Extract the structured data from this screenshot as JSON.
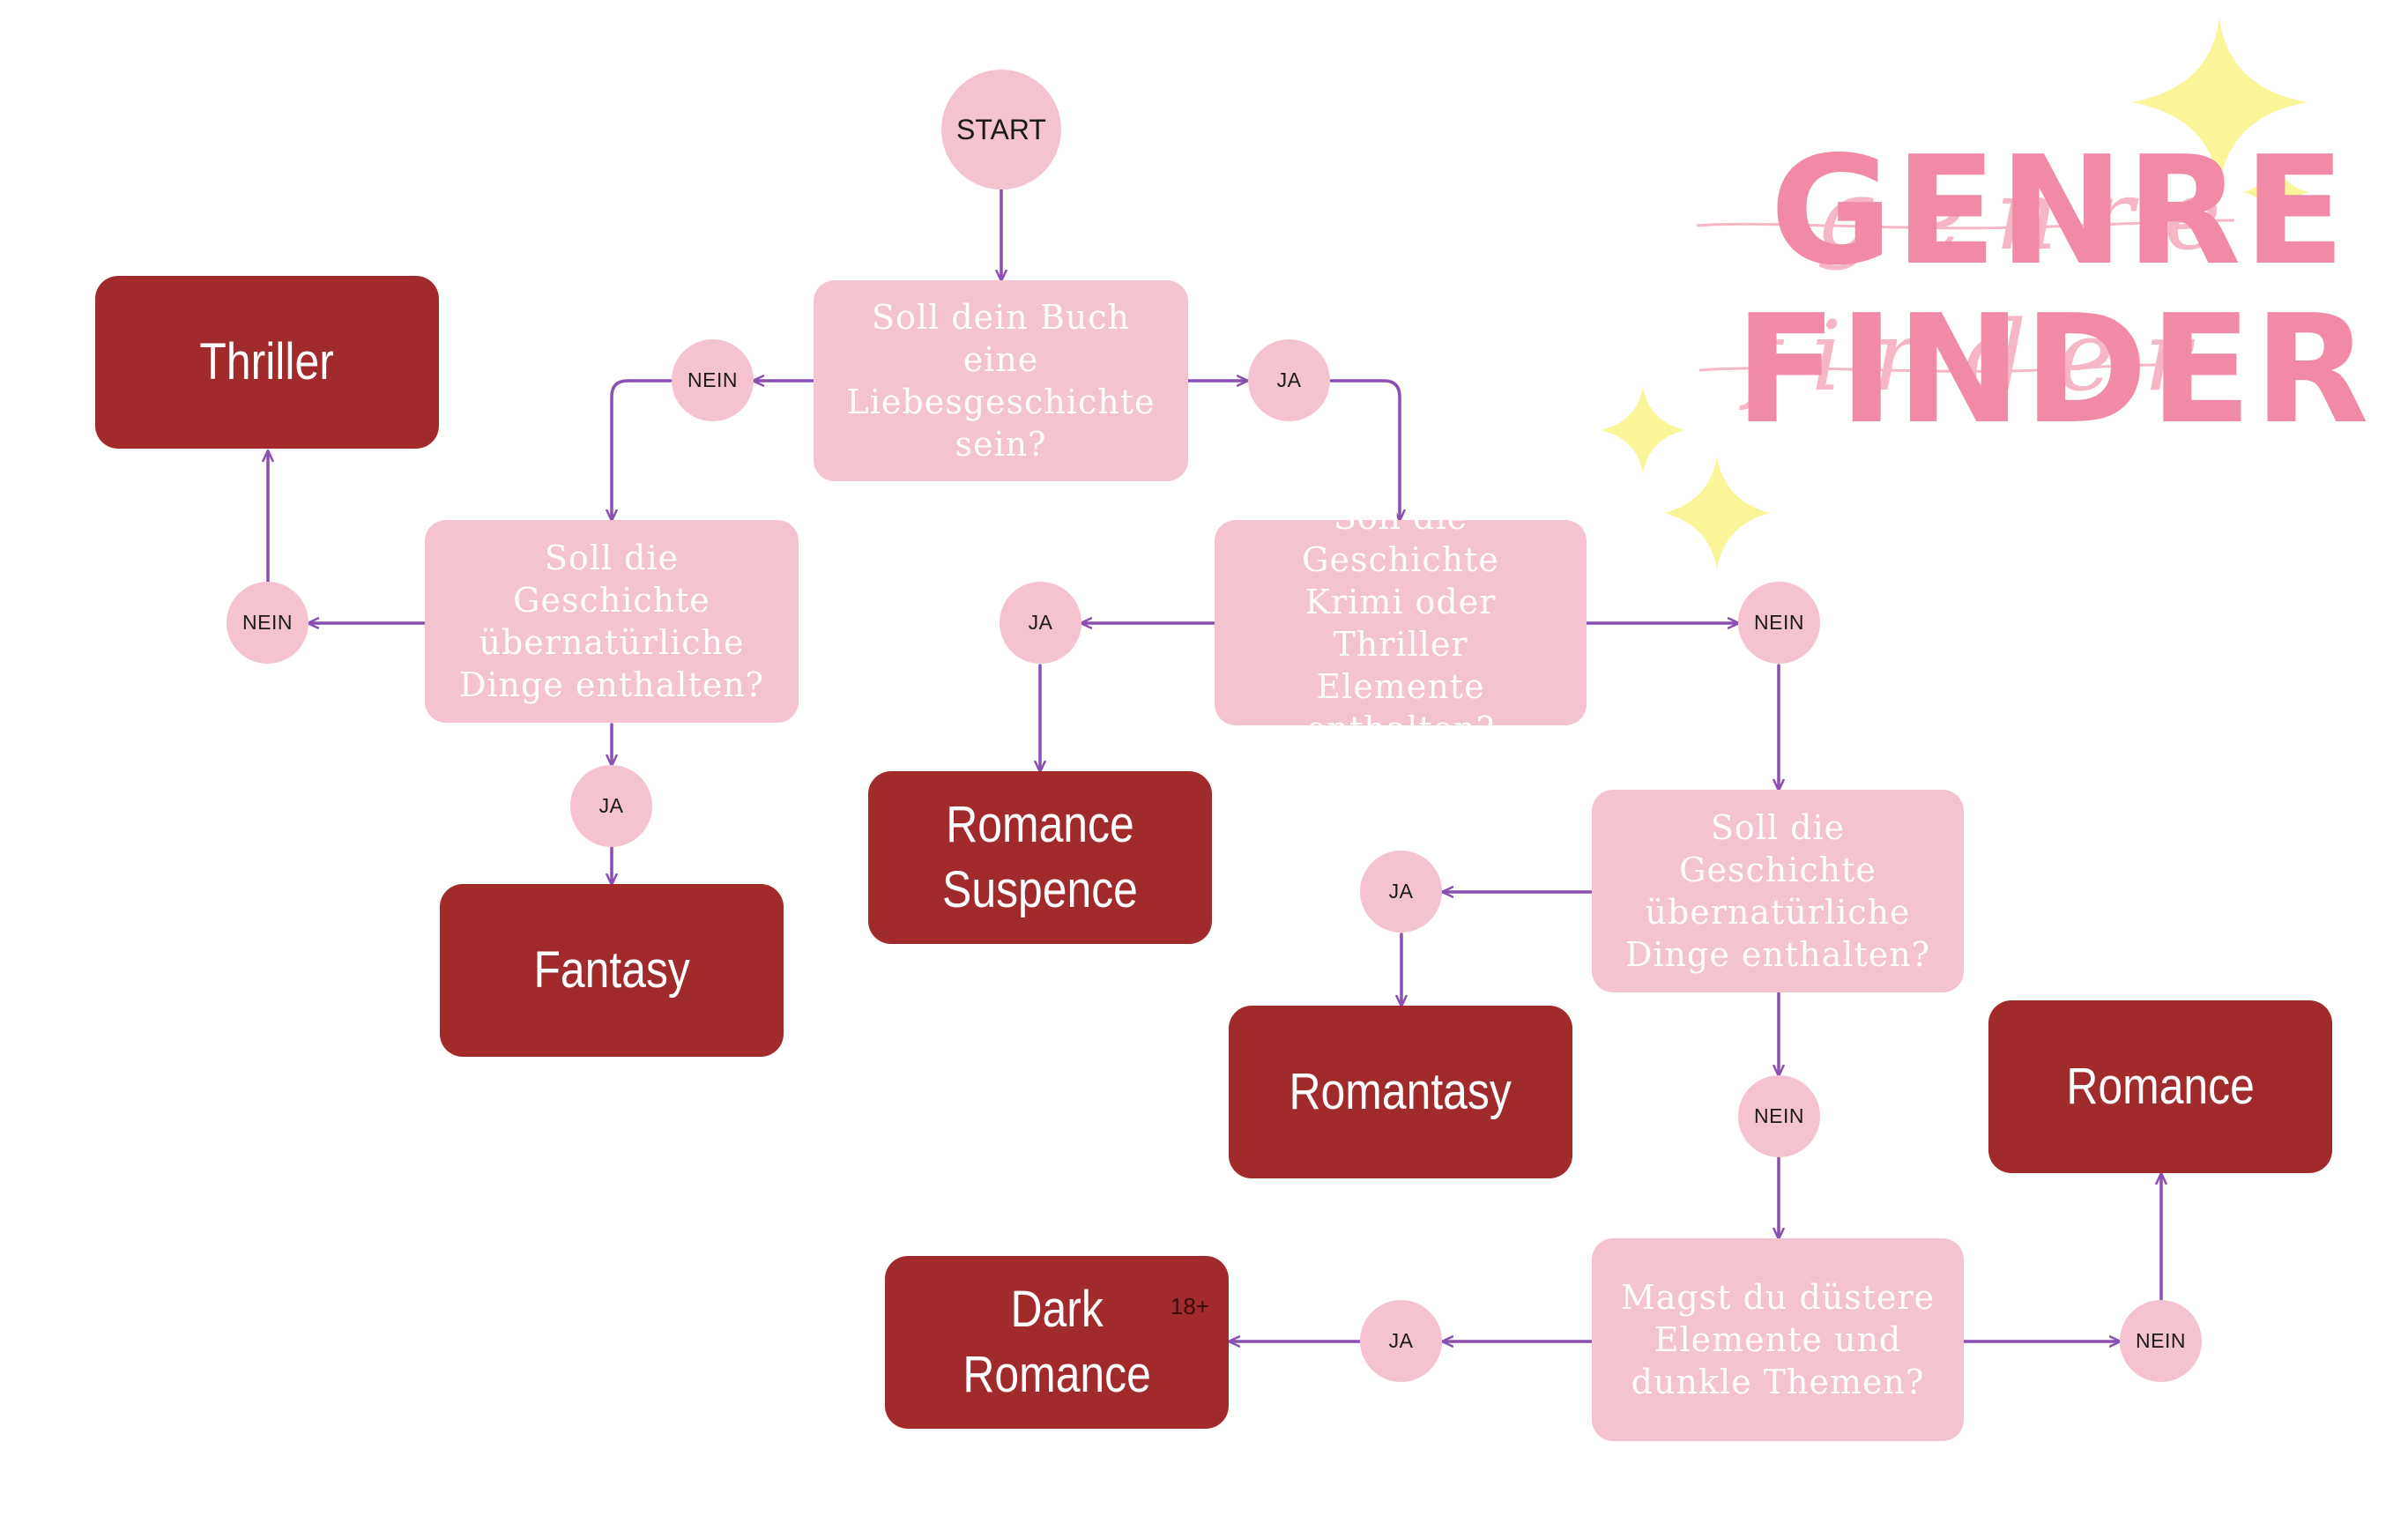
{
  "title": {
    "line1": "GENRE",
    "line2": "FINDER",
    "script1": "genre",
    "script2": "finder"
  },
  "start": "START",
  "questions": {
    "q_love": "Soll dein Buch eine\nLiebesgeschichte\nsein?",
    "q_supernatural_left": "Soll die Geschichte\nübernatürliche\nDinge enthalten?",
    "q_crime": "Soll die Geschichte\nKrimi oder Thriller\nElemente\nenthalten?",
    "q_supernatural_right": "Soll die Geschichte\nübernatürliche\nDinge enthalten?",
    "q_dark": "Magst du düstere\nElemente und\ndunkle Themen?"
  },
  "results": {
    "thriller": "Thriller",
    "fantasy": "Fantasy",
    "romance_suspence": "Romance\nSuspence",
    "romantasy": "Romantasy",
    "romance": "Romance",
    "dark_romance": "Dark\nRomance",
    "dark_romance_badge": "18+"
  },
  "answers": {
    "yes": "JA",
    "no": "NEIN"
  },
  "colors": {
    "question_bg": "#f5c3d0",
    "result_bg": "#a12a2a",
    "arrow": "#8a4fb0",
    "title": "#f08aa6",
    "sparkle": "#fbf59a"
  }
}
